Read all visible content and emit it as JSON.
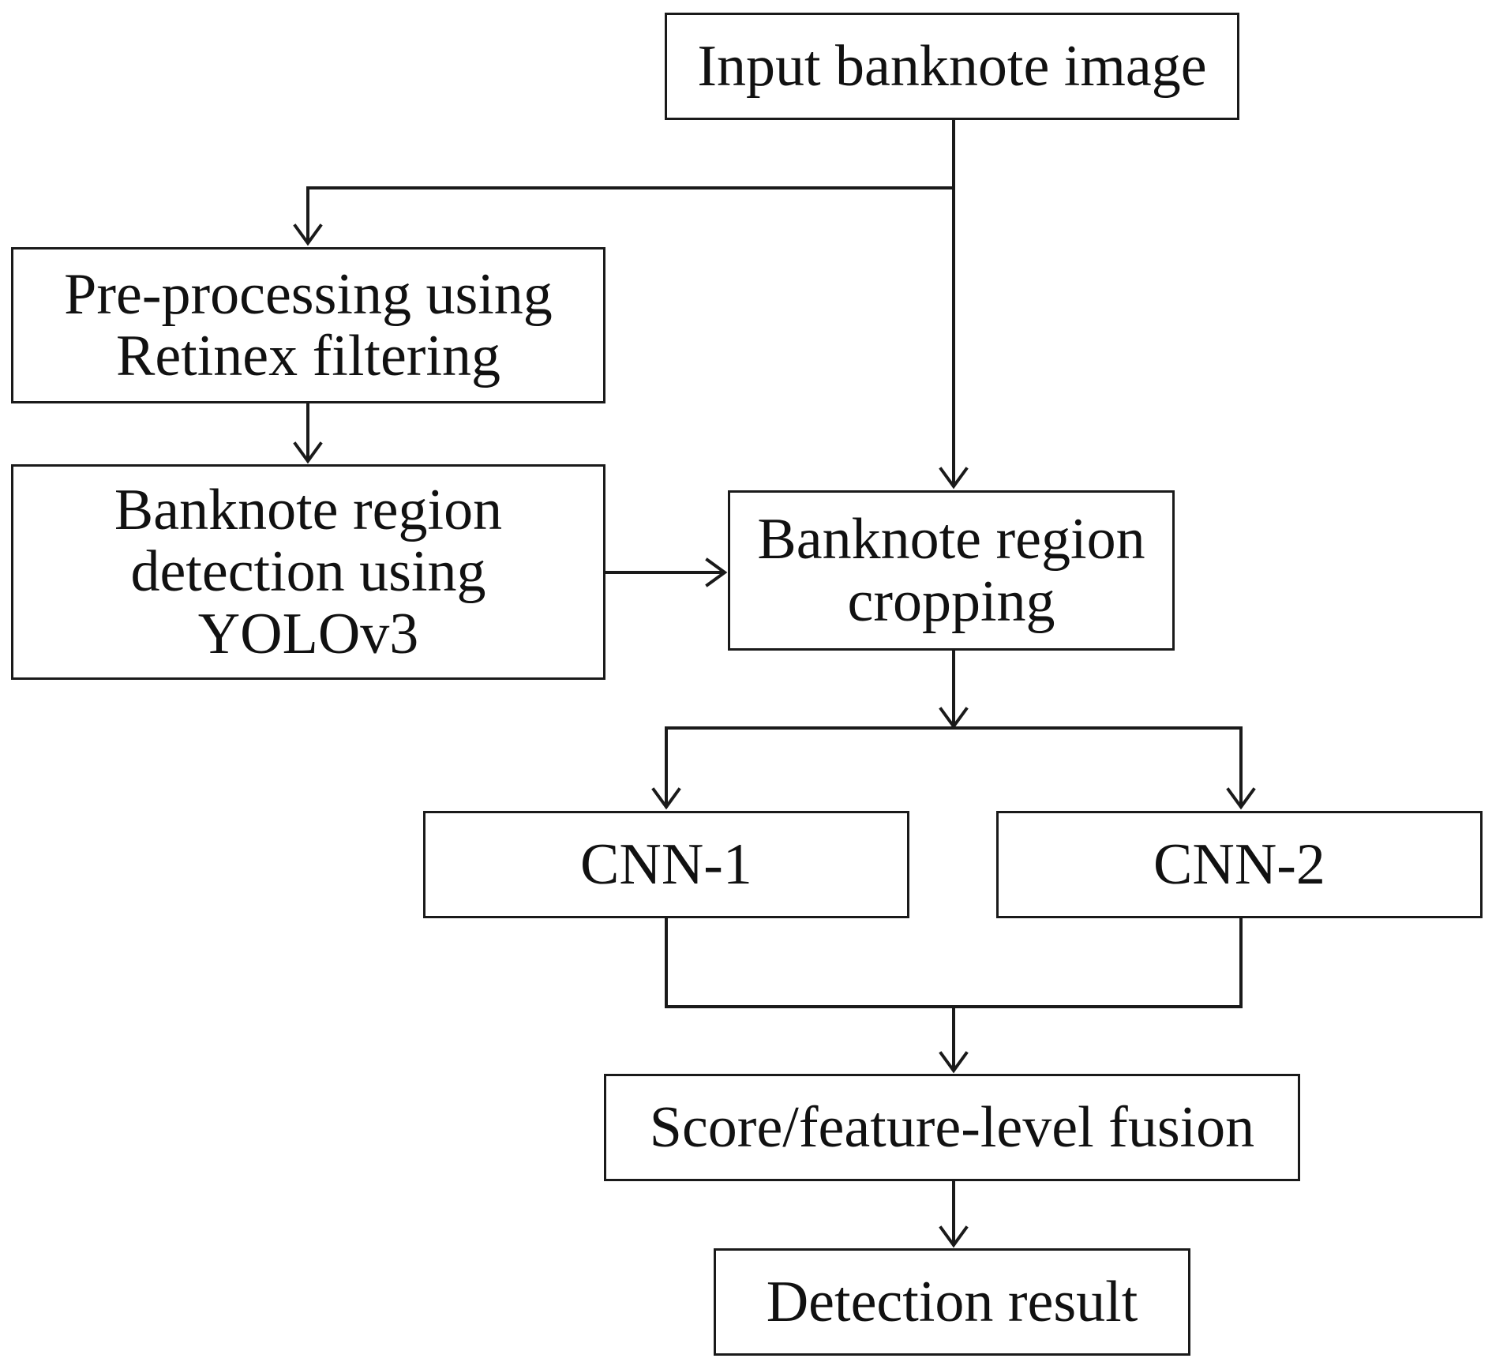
{
  "diagram": {
    "nodes": {
      "input": "Input banknote image",
      "preprocess": "Pre-processing using\nRetinex filtering",
      "detection": "Banknote region\ndetection using\nYOLOv3",
      "cropping": "Banknote region\ncropping",
      "cnn1": "CNN-1",
      "cnn2": "CNN-2",
      "fusion": "Score/feature-level fusion",
      "result": "Detection result"
    },
    "edges": [
      {
        "from": "input",
        "to": "preprocess"
      },
      {
        "from": "input",
        "to": "cropping"
      },
      {
        "from": "preprocess",
        "to": "detection"
      },
      {
        "from": "detection",
        "to": "cropping"
      },
      {
        "from": "cropping",
        "to": "cnn1"
      },
      {
        "from": "cropping",
        "to": "cnn2"
      },
      {
        "from": "cnn1",
        "to": "fusion"
      },
      {
        "from": "cnn2",
        "to": "fusion"
      },
      {
        "from": "fusion",
        "to": "result"
      }
    ],
    "line_color": "#1a1a1a"
  }
}
